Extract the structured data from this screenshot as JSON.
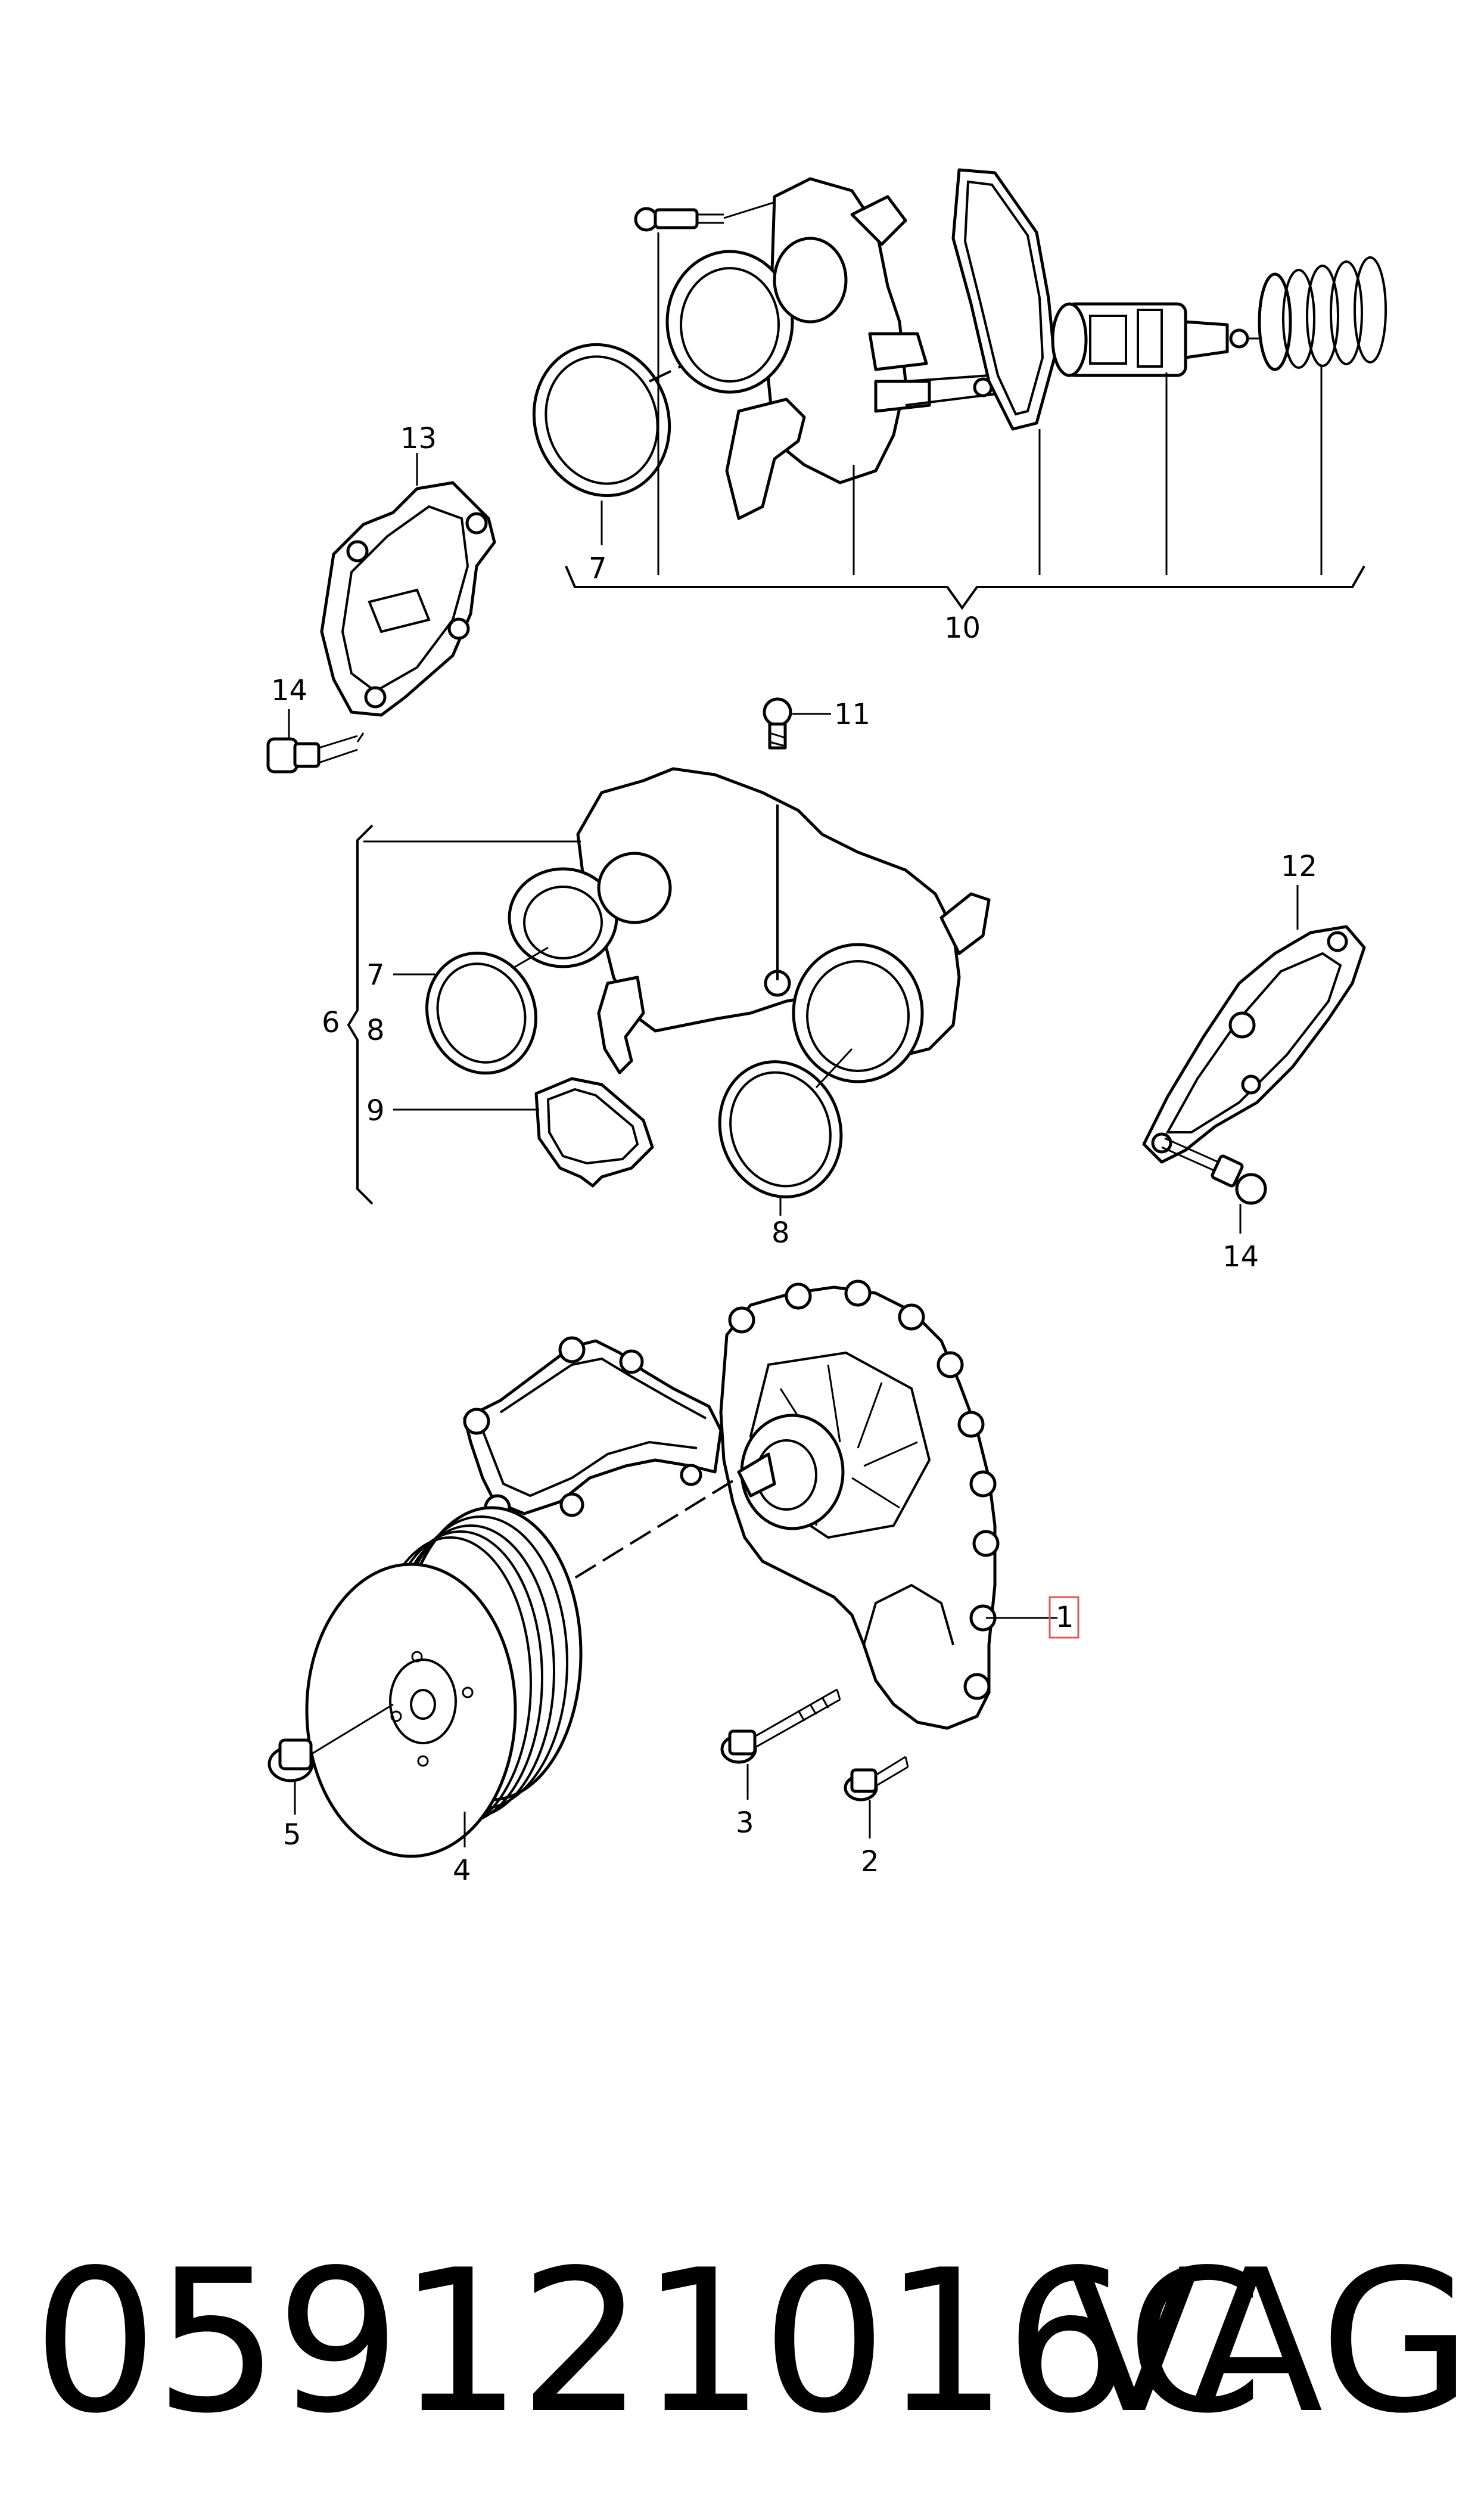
{
  "callouts": {
    "c1": "1",
    "c2": "2",
    "c3": "3",
    "c4": "4",
    "c5": "5",
    "c6": "6",
    "c7a": "7",
    "c7b": "7",
    "c8a": "8",
    "c8b": "8",
    "c9": "9",
    "c10": "10",
    "c11": "11",
    "c12": "12",
    "c13": "13",
    "c14a": "14",
    "c14b": "14"
  },
  "highlight_color": "#e05a5a",
  "footer": {
    "part_number": "059121016C",
    "brand": "VAG"
  }
}
